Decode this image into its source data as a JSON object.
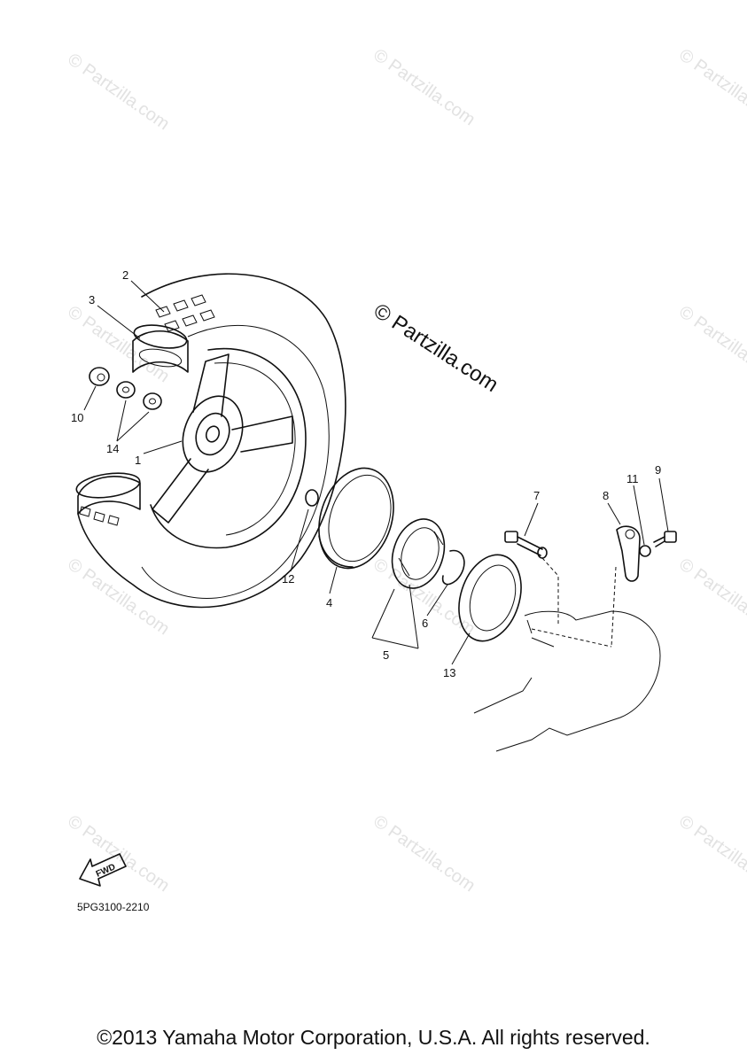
{
  "diagram": {
    "part_numbers": [
      "1",
      "2",
      "3",
      "4",
      "5",
      "6",
      "7",
      "8",
      "9",
      "10",
      "11",
      "12",
      "13",
      "14"
    ],
    "diagram_code": "5PG3100-2210",
    "fwd_label": "FWD",
    "watermark_main": "© Partzilla.com",
    "watermark_repeat": "© Partzilla.com",
    "copyright": "©2013 Yamaha Motor Corporation, U.S.A. All rights reserved."
  }
}
